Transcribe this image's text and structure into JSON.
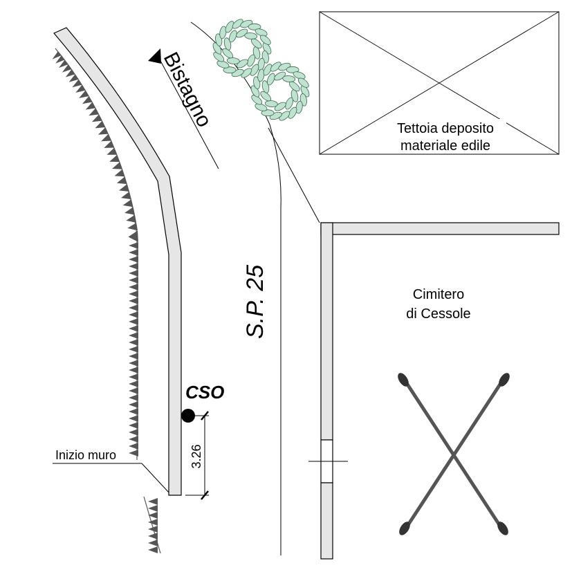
{
  "labels": {
    "direction": "Bistagno",
    "road": "S.P. 25",
    "shed_line1": "Tettoia deposito",
    "shed_line2": "materiale edile",
    "cemetery_line1": "Cimitero",
    "cemetery_line2": "di Cessole",
    "station": "CSO",
    "wall_start": "Inizio muro",
    "distance": "3.26"
  },
  "colors": {
    "line": "#000000",
    "wall_fill": "#e6e6e6",
    "tree_fill": "#bfe3d0",
    "tree_stroke": "#3c6a50",
    "embankment": "#555555",
    "cross_stroke": "#555555"
  },
  "icons": {
    "station_marker": "filled-circle",
    "direction_arrow": "triangle-arrow",
    "cemetery_symbol": "crossed-bones"
  }
}
